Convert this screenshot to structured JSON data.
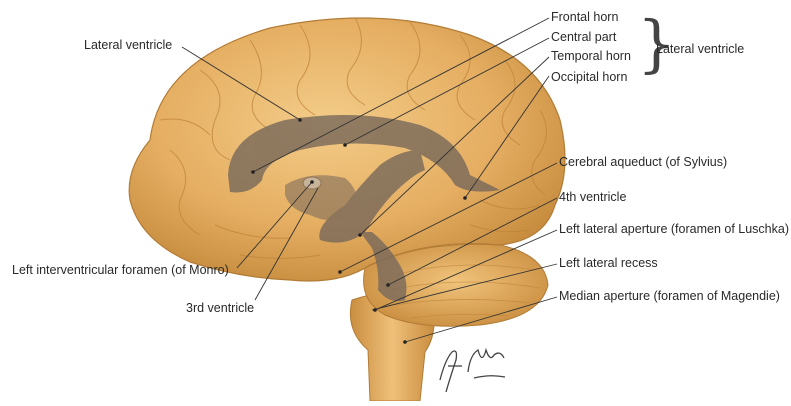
{
  "diagram": {
    "labels": {
      "lateral_ventricle_left": "Lateral ventricle",
      "frontal_horn": "Frontal horn",
      "central_part": "Central part",
      "temporal_horn": "Temporal horn",
      "occipital_horn": "Occipital horn",
      "lateral_ventricle_group": "Lateral ventricle",
      "cerebral_aqueduct": "Cerebral aqueduct (of Sylvius)",
      "fourth_ventricle": "4th ventricle",
      "left_lateral_aperture": "Left lateral aperture (foramen of Luschka)",
      "left_lateral_recess": "Left lateral recess",
      "median_aperture": "Median aperture (foramen of Magendie)",
      "interventricular_foramen": "Left interventricular foramen (of Monro)",
      "third_ventricle": "3rd ventricle"
    },
    "signature": "F. Netter M.D.",
    "colors": {
      "brain": "#e8b56a",
      "brain_shadow": "#c98d3f",
      "ventricle": "#7a6a5a",
      "leader_line": "#333333"
    }
  }
}
